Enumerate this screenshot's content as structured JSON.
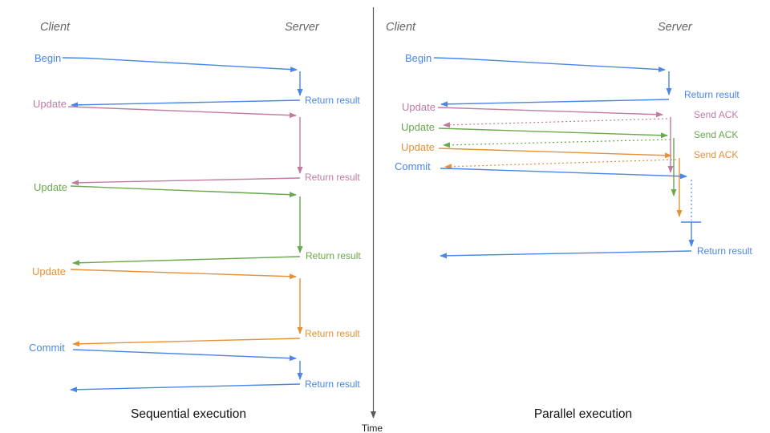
{
  "time_axis": {
    "label": "Time"
  },
  "colors": {
    "blue": "#4a86e8",
    "pink": "#c27ba0",
    "green": "#6aa84f",
    "orange": "#e69138",
    "axis_gray": "#595959",
    "header_gray": "#666666"
  },
  "sequential": {
    "caption": "Sequential execution",
    "client": "Client",
    "server": "Server",
    "begin": {
      "label": "Begin",
      "response": "Return result",
      "color": "#4a86e8"
    },
    "update1": {
      "label": "Update",
      "response": "Return result",
      "color": "#c27ba0"
    },
    "update2": {
      "label": "Update",
      "response": "Return result",
      "color": "#6aa84f"
    },
    "update3": {
      "label": "Update",
      "response": "Return result",
      "color": "#e69138"
    },
    "commit": {
      "label": "Commit",
      "response": "Return result",
      "color": "#4a86e8"
    }
  },
  "parallel": {
    "caption": "Parallel execution",
    "client": "Client",
    "server": "Server",
    "begin": {
      "label": "Begin",
      "response": "Return result",
      "color": "#4a86e8"
    },
    "update1": {
      "label": "Update",
      "response": "Send ACK",
      "color": "#c27ba0"
    },
    "update2": {
      "label": "Update",
      "response": "Send ACK",
      "color": "#6aa84f"
    },
    "update3": {
      "label": "Update",
      "response": "Send ACK",
      "color": "#e69138"
    },
    "commit": {
      "label": "Commit",
      "response": "Return result",
      "color": "#4a86e8"
    }
  }
}
